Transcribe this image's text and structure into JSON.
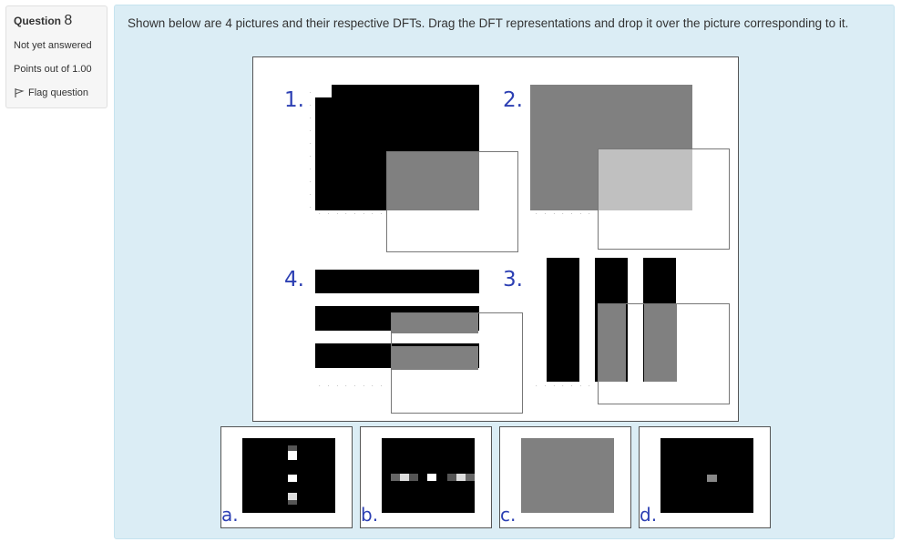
{
  "question": {
    "label": "Question",
    "number": "8",
    "state": "Not yet answered",
    "grade": "Points out of 1.00",
    "flag_label": "Flag question",
    "flag_icon": "flag-icon"
  },
  "prompt": "Shown below are 4 pictures and their respective DFTs. Drag the DFT representations and drop it over the picture corresponding to it.",
  "pictures": [
    {
      "label": "1."
    },
    {
      "label": "2."
    },
    {
      "label": "4."
    },
    {
      "label": "3."
    }
  ],
  "dft_choices": [
    {
      "label": "a."
    },
    {
      "label": "b."
    },
    {
      "label": "c."
    },
    {
      "label": "d."
    }
  ],
  "colors": {
    "panel_bg": "#dbedf5",
    "label_blue": "#2c3fb3",
    "gray": "#808080",
    "light_gray": "#c0c0c0"
  }
}
